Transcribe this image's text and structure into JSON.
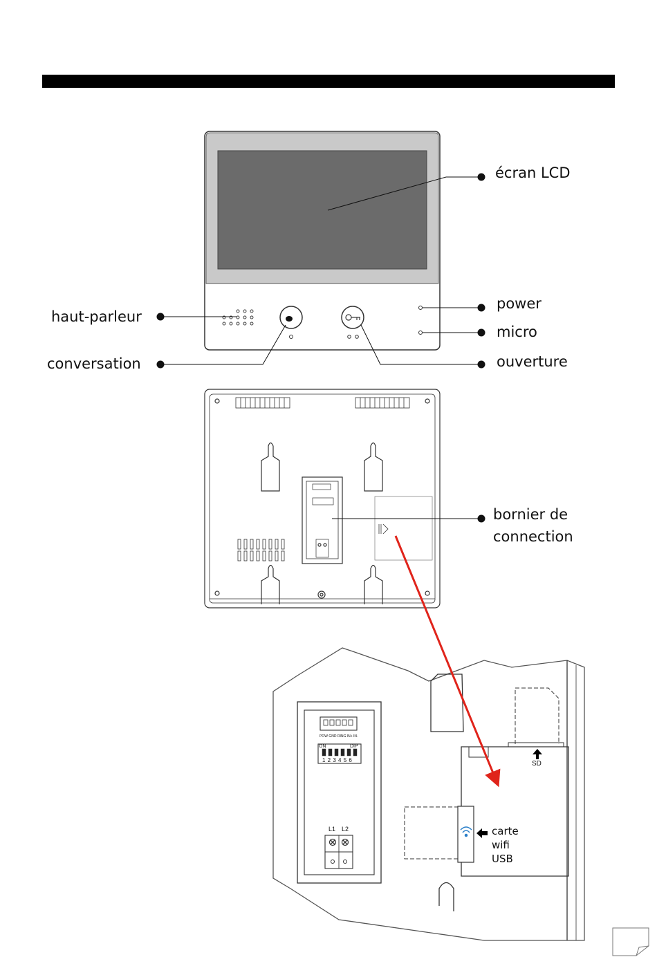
{
  "diagram": {
    "front_labels": {
      "lcd": "écran LCD",
      "power": "power",
      "micro": "micro",
      "speaker": "haut-parleur",
      "conversation": "conversation",
      "unlock": "ouverture"
    },
    "back_labels": {
      "terminal_block_line1": "bornier de",
      "terminal_block_line2": "connection"
    },
    "detail_labels": {
      "connector_pins": "POW GND RING IN+ IN-",
      "dip_on": "ON",
      "dip_off": "DIP",
      "dip_numbers": "1 2 3 4 5 6",
      "terminal_l1": "L1",
      "terminal_l2": "L2",
      "sd": "SD",
      "wifi_card_line1": "carte wifi",
      "wifi_card_line2": "USB"
    },
    "colors": {
      "arrow": "#e0241b",
      "wifi_icon": "#2a7fc9",
      "title_bar": "#000000",
      "screen": "#6b6b6b",
      "bezel": "#c9c9c9"
    }
  }
}
